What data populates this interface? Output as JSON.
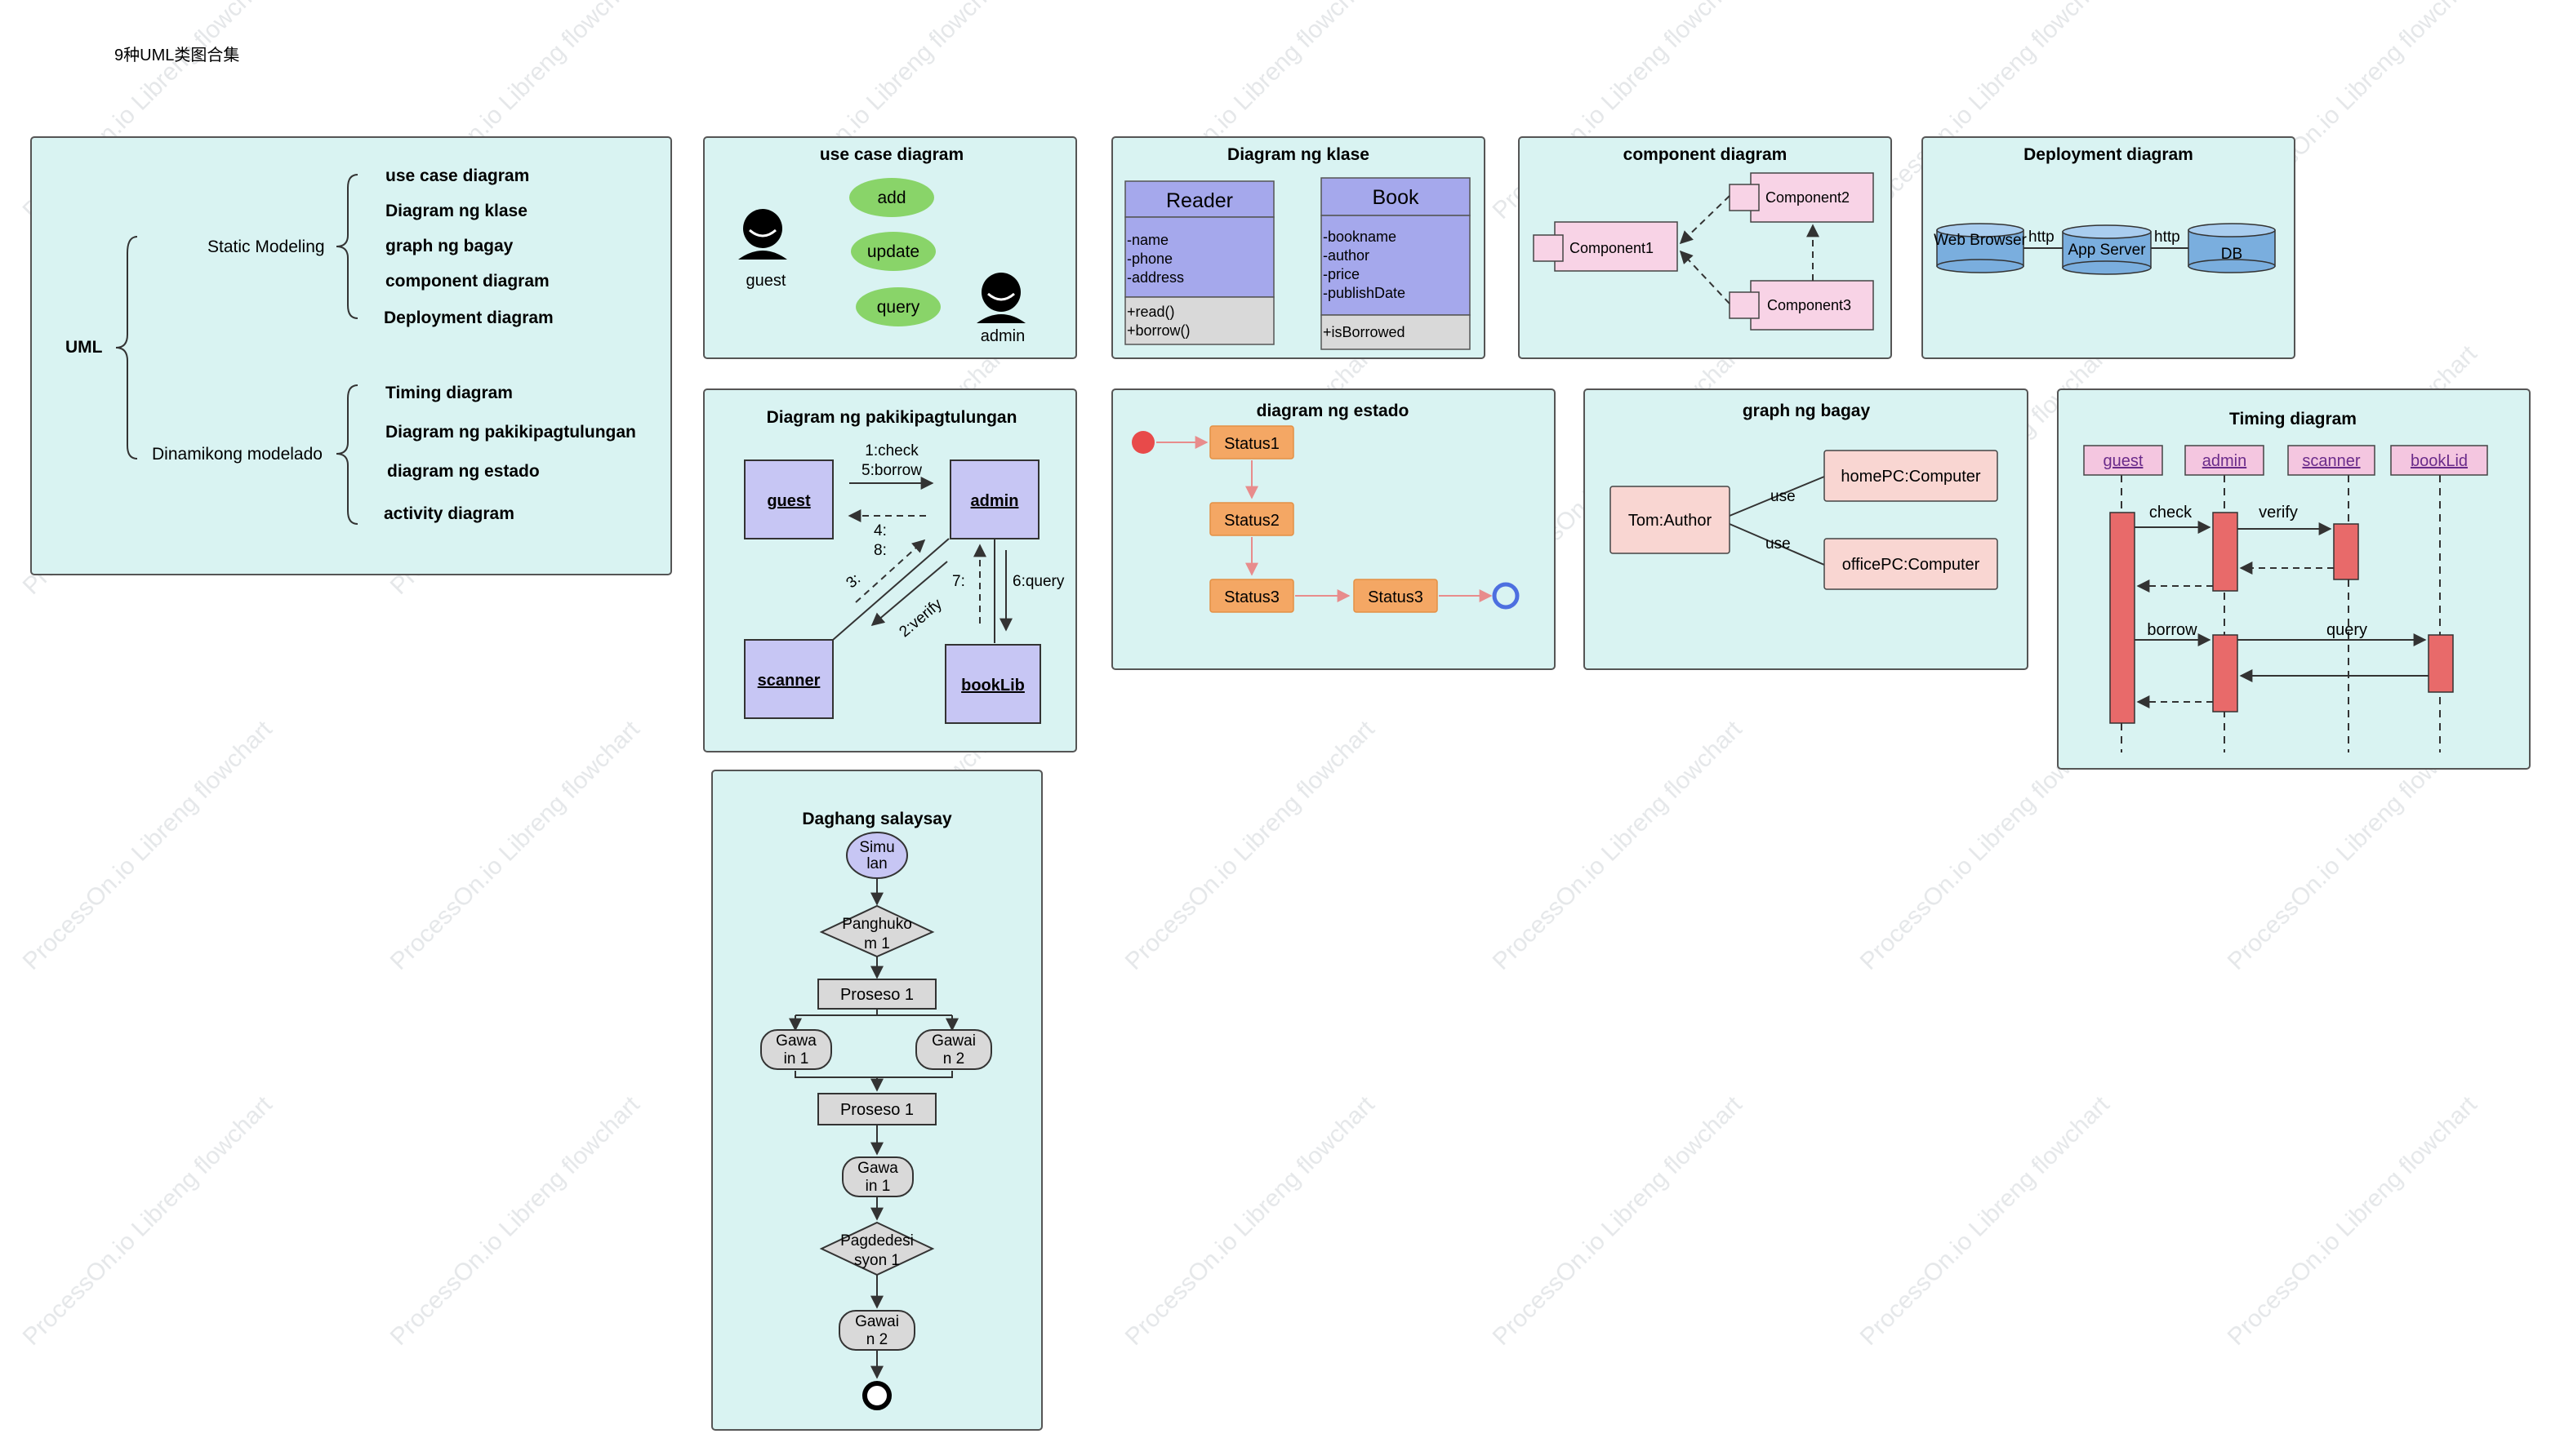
{
  "page": {
    "title": "9种UML类图合集",
    "watermark": "ProcessOn.io Libreng flowchart"
  },
  "colors": {
    "panel_fill": "#d9f3f2",
    "panel_stroke": "#555555",
    "purple": "#a5a8ec",
    "pink": "#f8d3e6",
    "orange": "#f4a764",
    "salmon": "#f9d6d2",
    "green": "#89d469",
    "red": "#e86a6a",
    "blue": "#7aaede",
    "grey": "#d9d9d9"
  },
  "overview": {
    "root": "UML",
    "groups": [
      {
        "label": "Static Modeling",
        "items": [
          "use case diagram",
          "Diagram ng klase",
          "graph ng bagay",
          "component diagram",
          "Deployment diagram"
        ]
      },
      {
        "label": "Dinamikong modelado",
        "items": [
          "Timing diagram",
          "Diagram ng pakikipagtulungan",
          "diagram ng estado",
          "activity diagram"
        ]
      }
    ]
  },
  "use_case": {
    "title": "use case diagram",
    "actors": [
      "guest",
      "admin"
    ],
    "cases": [
      "add",
      "update",
      "query"
    ]
  },
  "class_diagram": {
    "title": "Diagram ng klase",
    "classes": [
      {
        "name": "Reader",
        "attributes": [
          "-name",
          "-phone",
          "-address"
        ],
        "methods": [
          "+read()",
          "+borrow()"
        ]
      },
      {
        "name": "Book",
        "attributes": [
          "-bookname",
          "-author",
          "-price",
          "-publishDate"
        ],
        "methods": [
          "+isBorrowed"
        ]
      }
    ]
  },
  "component": {
    "title": "component diagram",
    "components": [
      "Component1",
      "Component2",
      "Component3"
    ]
  },
  "deployment": {
    "title": "Deployment diagram",
    "nodes": [
      "Web Browser",
      "App Server",
      "DB"
    ],
    "links": [
      "http",
      "http"
    ]
  },
  "collaboration": {
    "title": "Diagram ng pakikipagtulungan",
    "objects": [
      "guest",
      "admin",
      "scanner",
      "bookLib"
    ],
    "messages": [
      "1:check",
      "5:borrow",
      "4:",
      "8:",
      "3:",
      "2:verify",
      "7:",
      "6:query"
    ]
  },
  "state": {
    "title": "diagram ng estado",
    "states": [
      "Status1",
      "Status2",
      "Status3",
      "Status3"
    ]
  },
  "object_graph": {
    "title": "graph ng bagay",
    "objects": [
      "Tom:Author",
      "homePC:Computer",
      "officePC:Computer"
    ],
    "links": [
      "use",
      "use"
    ]
  },
  "timing": {
    "title": "Timing diagram",
    "lifelines": [
      "guest",
      "admin",
      "scanner",
      "bookLid"
    ],
    "messages": [
      "check",
      "verify",
      "borrow",
      "query"
    ]
  },
  "activity": {
    "title": "Daghang salaysay",
    "start": [
      "Simu",
      "lan"
    ],
    "decision1": [
      "Panghuko",
      "m 1"
    ],
    "process1": "Proseso 1",
    "task1": [
      "Gawa",
      "in 1"
    ],
    "task2": [
      "Gawai",
      "n 2"
    ],
    "process2": "Proseso 1",
    "task3": [
      "Gawa",
      "in 1"
    ],
    "decision2": [
      "Pagdedesi",
      "syon 1"
    ],
    "task4": [
      "Gawai",
      "n 2"
    ]
  }
}
